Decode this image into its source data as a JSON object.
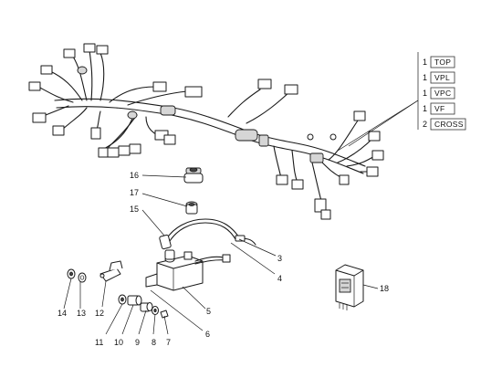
{
  "legend": [
    {
      "qty": "1",
      "code": "TOP"
    },
    {
      "qty": "1",
      "code": "VPL"
    },
    {
      "qty": "1",
      "code": "VPC"
    },
    {
      "qty": "1",
      "code": "VF"
    },
    {
      "qty": "2",
      "code": "CROSS"
    }
  ],
  "callouts": {
    "c3": "3",
    "c4": "4",
    "c5": "5",
    "c6": "6",
    "c7": "7",
    "c8": "8",
    "c9": "9",
    "c10": "10",
    "c11": "11",
    "c12": "12",
    "c13": "13",
    "c14": "14",
    "c15": "15",
    "c16": "16",
    "c17": "17",
    "c18": "18"
  }
}
